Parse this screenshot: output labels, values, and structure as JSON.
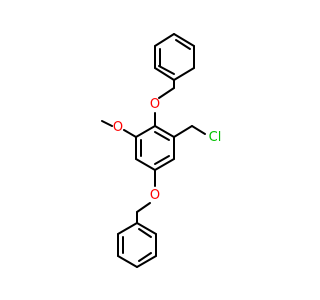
{
  "molecule": {
    "atoms": {
      "ether_oxygen_top": {
        "label": "O",
        "color": "#ff0000"
      },
      "ether_oxygen_bottom": {
        "label": "O",
        "color": "#ff0000"
      },
      "methoxy_oxygen": {
        "label": "O",
        "color": "#ff0000"
      },
      "chlorine": {
        "label": "Cl",
        "color": "#00c000"
      }
    },
    "bond_color": "#000000",
    "background": "#ffffff"
  }
}
